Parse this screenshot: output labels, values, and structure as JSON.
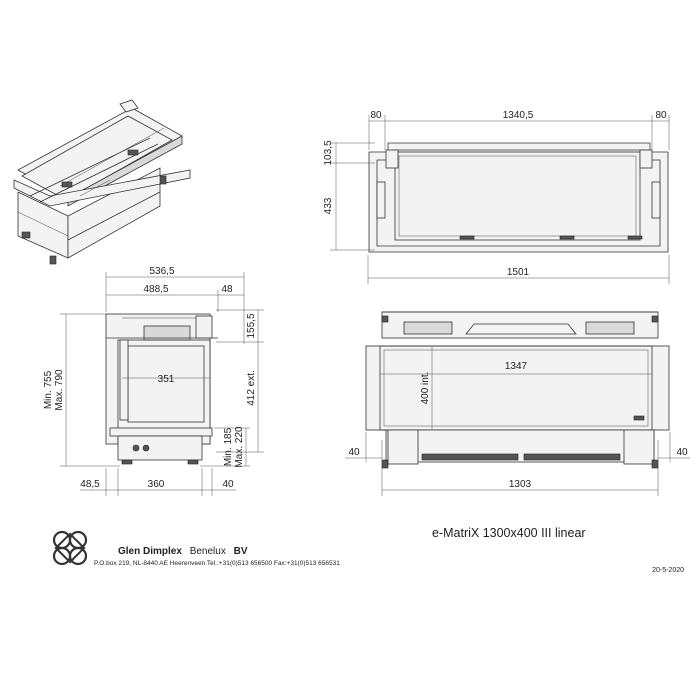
{
  "brand": {
    "name_bold_1": "Glen Dimplex",
    "name_regular": "Benelux",
    "name_bold_2": "BV",
    "address": "P.O.box 219, NL-8440 AE Heerenveen Tel.:+31(0)513 656500  Fax:+31(0)513 656531"
  },
  "model": "e-MatriX 1300x400 III linear",
  "date": "20-5-2020",
  "top_view": {
    "dim_left": "80",
    "dim_center": "1340,5",
    "dim_right": "80",
    "dim_depth_front": "103,5",
    "dim_depth_body": "433",
    "dim_total_width": "1501"
  },
  "side_view": {
    "dim_width_total": "536,5",
    "dim_width_inner": "488,5",
    "dim_overhang": "48",
    "dim_top_gap": "155,5",
    "dim_opening_ext": "412 ext.",
    "dim_opening_depth": "351",
    "dim_height_min": "Min. 755",
    "dim_height_max": "Max. 790",
    "dim_foot_min": "Min. 185",
    "dim_foot_max": "Max. 220",
    "dim_bottom_left": "48,5",
    "dim_bottom_center": "360",
    "dim_bottom_right": "40"
  },
  "front_view": {
    "dim_inner_width": "1347",
    "dim_inner_height": "400 int.",
    "dim_left": "40",
    "dim_right": "40",
    "dim_bottom_width": "1303"
  }
}
